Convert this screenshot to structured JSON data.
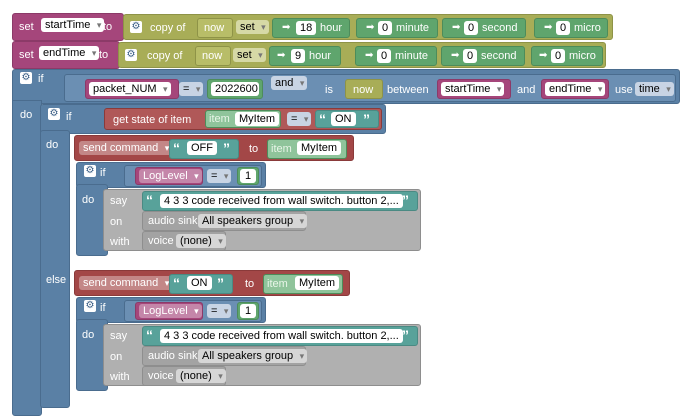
{
  "row1": {
    "set": "set",
    "var": "startTime",
    "to": "to",
    "copy_of": "copy of",
    "now": "now",
    "op": "set",
    "hour": "18",
    "hour_unit": "hour",
    "minute": "0",
    "minute_unit": "minute",
    "second": "0",
    "second_unit": "second",
    "micro": "0",
    "micro_unit": "micro"
  },
  "row2": {
    "set": "set",
    "var": "endTime",
    "to": "to",
    "copy_of": "copy of",
    "now": "now",
    "op": "set",
    "hour": "9",
    "hour_unit": "hour",
    "minute": "0",
    "minute_unit": "minute",
    "second": "0",
    "second_unit": "second",
    "micro": "0",
    "micro_unit": "micro"
  },
  "if_main": {
    "if": "if",
    "do": "do",
    "var": "packet_NUM",
    "eq": "=",
    "value": "2022600",
    "and": "and",
    "is": "is",
    "now": "now",
    "between": "between",
    "start": "startTime",
    "and2": "and",
    "end": "endTime",
    "use": "use",
    "unit": "time"
  },
  "inner_if": {
    "if": "if",
    "do": "do",
    "else": "else",
    "get_state": "get state of item",
    "item_label": "item",
    "item": "MyItem",
    "eq": "=",
    "state": "ON"
  },
  "do_branch": {
    "send_command": "send command",
    "value": "OFF",
    "to": "to",
    "item_label": "item",
    "item": "MyItem",
    "if": "if",
    "do": "do",
    "log_var": "LogLevel",
    "eq": "=",
    "log_val": "1",
    "say": "say",
    "text": "4 3 3 code received from wall switch. button 2,...",
    "on": "on",
    "sink_label": "audio sink",
    "sink": "All speakers group",
    "with": "with",
    "voice_label": "voice",
    "voice": "(none)"
  },
  "else_branch": {
    "send_command": "send command",
    "value": "ON",
    "to": "to",
    "item_label": "item",
    "item": "MyItem",
    "if": "if",
    "do": "do",
    "log_var": "LogLevel",
    "eq": "=",
    "log_val": "1",
    "say": "say",
    "text": "4 3 3 code received from wall switch. button 2,...",
    "on": "on",
    "sink_label": "audio sink",
    "sink": "All speakers group",
    "with": "with",
    "voice_label": "voice",
    "voice": "(none)"
  },
  "colors": {
    "variable": "#a5467b",
    "datetime": "#a8ad57",
    "math": "#5fa56d",
    "logic": "#5a80a5",
    "openhab": "#a34747",
    "voice": "#a3a3a3",
    "text": "#58a29a"
  },
  "icons": {
    "gear": "gear-icon",
    "arrow": "arrow-right-icon",
    "dropdown": "chevron-down-icon",
    "quote": "quote-icon"
  }
}
